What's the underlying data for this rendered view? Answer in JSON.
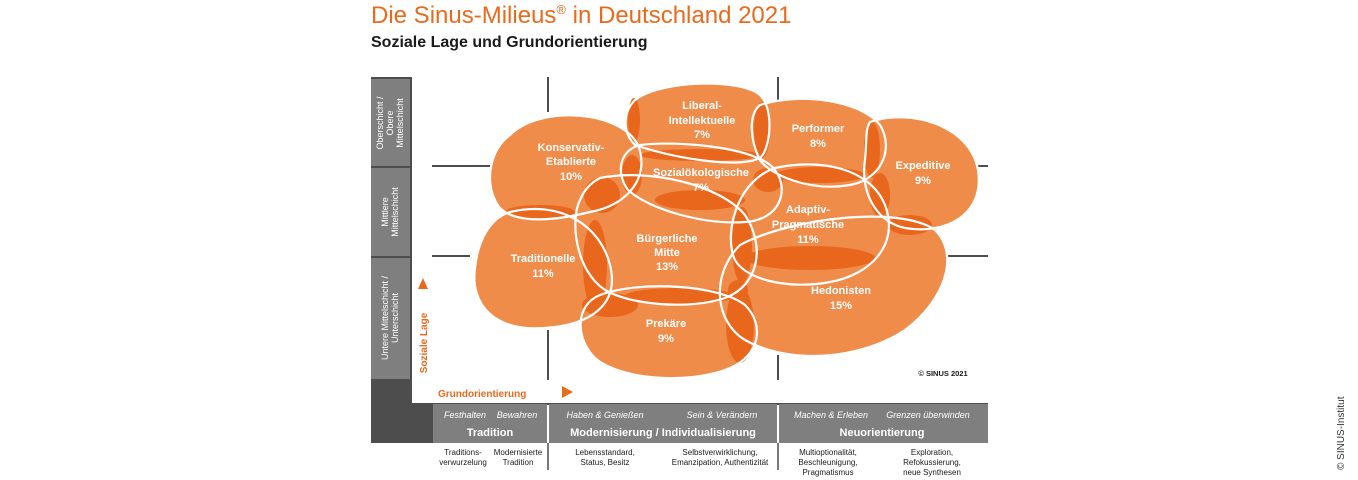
{
  "header": {
    "title": "Die Sinus-Milieus",
    "title_mark": "®",
    "title_suffix": " in Deutschland 2021",
    "subtitle": "Soziale Lage und Grundorientierung"
  },
  "colors": {
    "accent": "#ea6a1c",
    "milieu_fill": "#f08c4a",
    "overlap_fill": "#e8671c",
    "axis_gray": "#7f7f7f",
    "axis_dark": "#4d4d4d"
  },
  "social_levels": [
    "Oberschicht / Obere Mittelschicht",
    "Mittlere Mittelschicht",
    "Untere Mittelschicht / Unterschicht"
  ],
  "social_levels_lines": [
    [
      "Oberschicht /",
      "Obere",
      "Mittelschicht"
    ],
    [
      "Mittlere",
      "Mittelschicht"
    ],
    [
      "Untere Mittelschicht /",
      "Unterschicht"
    ]
  ],
  "y_axis_label": "Soziale Lage",
  "x_axis_label": "Grundorientierung",
  "orientations": [
    {
      "sub": [
        "Festhalten",
        "Bewahren"
      ],
      "name": "Tradition",
      "notes": [
        [
          "Traditions-",
          "verwurzelung"
        ],
        [
          "Modernisierte",
          "Tradition"
        ]
      ]
    },
    {
      "sub": [
        "Haben & Genießen",
        "Sein & Verändern"
      ],
      "name": "Modernisierung / Individualisierung",
      "notes": [
        [
          "Lebensstandard,",
          "Status, Besitz"
        ],
        [
          "Selbstverwirklichung,",
          "Emanzipation, Authentizität"
        ]
      ]
    },
    {
      "sub": [
        "Machen & Erleben",
        "Grenzen überwinden"
      ],
      "name": "Neuorientierung",
      "notes": [
        [
          "Multioptionalität,",
          "Beschleunigung,",
          "Pragmatismus"
        ],
        [
          "Exploration,",
          "Refokussierung,",
          "neue Synthesen"
        ]
      ]
    }
  ],
  "milieus": [
    {
      "id": "konservativ-etablierte",
      "lines": [
        "Konservativ-",
        "Etablierte"
      ],
      "share": "10%"
    },
    {
      "id": "liberal-intellektuelle",
      "lines": [
        "Liberal-",
        "Intellektuelle"
      ],
      "share": "7%"
    },
    {
      "id": "performer",
      "lines": [
        "Performer"
      ],
      "share": "8%"
    },
    {
      "id": "expeditive",
      "lines": [
        "Expeditive"
      ],
      "share": "9%"
    },
    {
      "id": "sozialoekologische",
      "lines": [
        "Sozialökologische"
      ],
      "share": "7%"
    },
    {
      "id": "adaptiv-pragmatische",
      "lines": [
        "Adaptiv-",
        "Pragmatische"
      ],
      "share": "11%"
    },
    {
      "id": "traditionelle",
      "lines": [
        "Traditionelle"
      ],
      "share": "11%"
    },
    {
      "id": "buergerliche-mitte",
      "lines": [
        "Bürgerliche",
        "Mitte"
      ],
      "share": "13%"
    },
    {
      "id": "hedonisten",
      "lines": [
        "Hedonisten"
      ],
      "share": "15%"
    },
    {
      "id": "prekaere",
      "lines": [
        "Prekäre"
      ],
      "share": "9%"
    }
  ],
  "copyright_inner": "© SINUS 2021",
  "copyright_side": "© SINUS-Institut"
}
